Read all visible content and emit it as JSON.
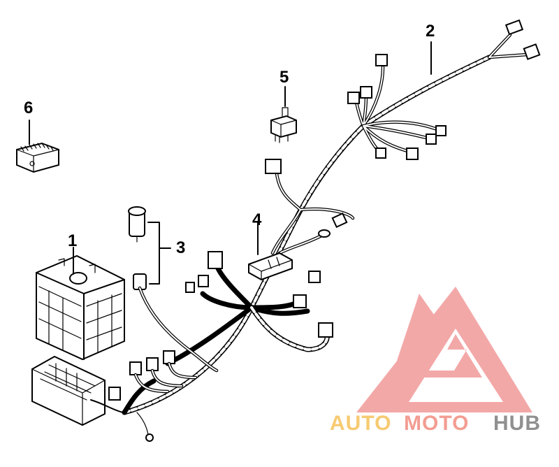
{
  "diagram": {
    "callouts": [
      {
        "id": "1",
        "label": "1"
      },
      {
        "id": "2",
        "label": "2"
      },
      {
        "id": "3",
        "label": "3"
      },
      {
        "id": "4",
        "label": "4"
      },
      {
        "id": "5",
        "label": "5"
      },
      {
        "id": "6",
        "label": "6"
      }
    ]
  },
  "watermark": {
    "part1": "AUTO",
    "part2": "MOTO",
    "part3": "HUB",
    "colors": {
      "triangle": "#f08c8c",
      "auto": "#f5b942",
      "moto": "#ef7d6e",
      "hub": "#6b6b6b"
    }
  }
}
